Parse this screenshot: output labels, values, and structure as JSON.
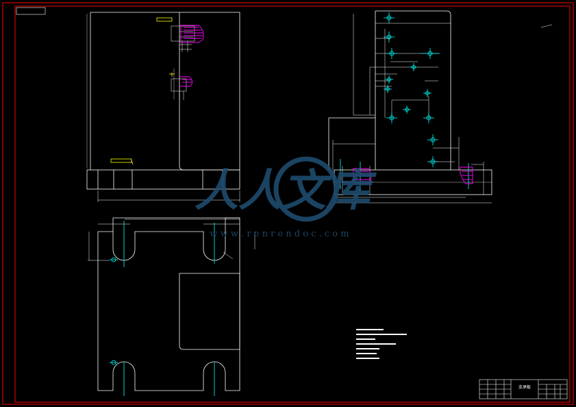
{
  "title_block": {
    "part_name": "支承板"
  },
  "watermark": {
    "brand_cn": "人人文库",
    "url": "w w w . r e n r e n d o c . c o m"
  },
  "colors": {
    "background": "#000000",
    "border": "#ff0000",
    "outline": "#ffffff",
    "centerline": "#00ffff",
    "hatch": "#ff00ff",
    "tag": "#ffff00",
    "watermark": "#1e4c6e"
  }
}
